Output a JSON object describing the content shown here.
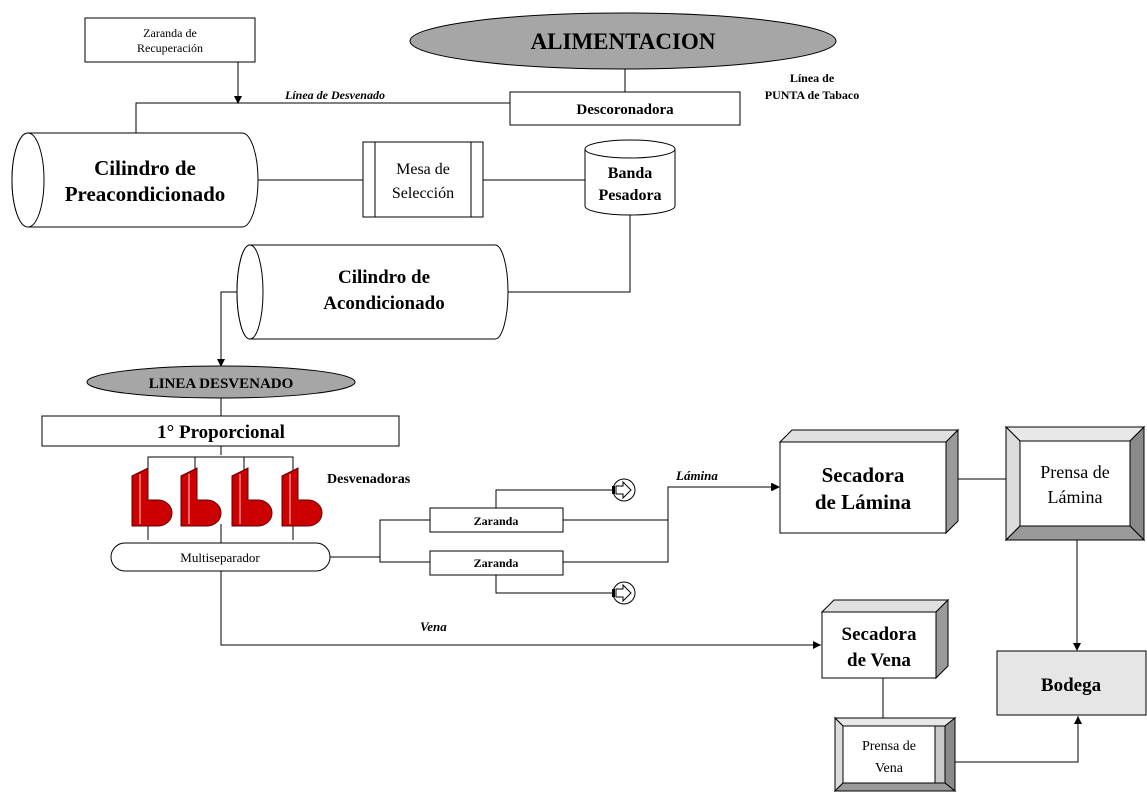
{
  "title": "ALIMENTACION",
  "labels": {
    "zaranda_recuperacion": [
      "Zaranda de",
      "Recuperación"
    ],
    "linea_desvenado": "Línea de Desvenado",
    "linea_punta": [
      "Línea de",
      "PUNTA de Tabaco"
    ],
    "descoronadora": "Descoronadora",
    "cilindro_pre": [
      "Cilindro de",
      "Preacondicionado"
    ],
    "mesa_seleccion": [
      "Mesa de",
      "Selección"
    ],
    "banda_pesadora": [
      "Banda",
      "Pesadora"
    ],
    "cilindro_acond": [
      "Cilindro de",
      "Acondicionado"
    ],
    "linea_desvenado_title": "LINEA DESVENADO",
    "proporcional": "1° Proporcional",
    "desvenadoras": "Desvenadoras",
    "multiseparador": "Multiseparador",
    "zaranda_1": "Zaranda",
    "zaranda_2": "Zaranda",
    "lamina": "Lámina",
    "vena": "Vena",
    "secadora_lamina": [
      "Secadora",
      "de Lámina"
    ],
    "prensa_lamina": [
      "Prensa de",
      "Lámina"
    ],
    "secadora_vena": [
      "Secadora",
      "de Vena"
    ],
    "prensa_vena": [
      "Prensa de",
      "Vena"
    ],
    "bodega": "Bodega"
  },
  "colors": {
    "ellipse_fill": "#a6a6a6",
    "machine_red": "#cc0000",
    "box_shade": "#c8c8c8",
    "bodega_fill": "#e6e6e6"
  },
  "icons": [
    "desvenadora-machine-icon",
    "outlet-arrow-icon"
  ]
}
